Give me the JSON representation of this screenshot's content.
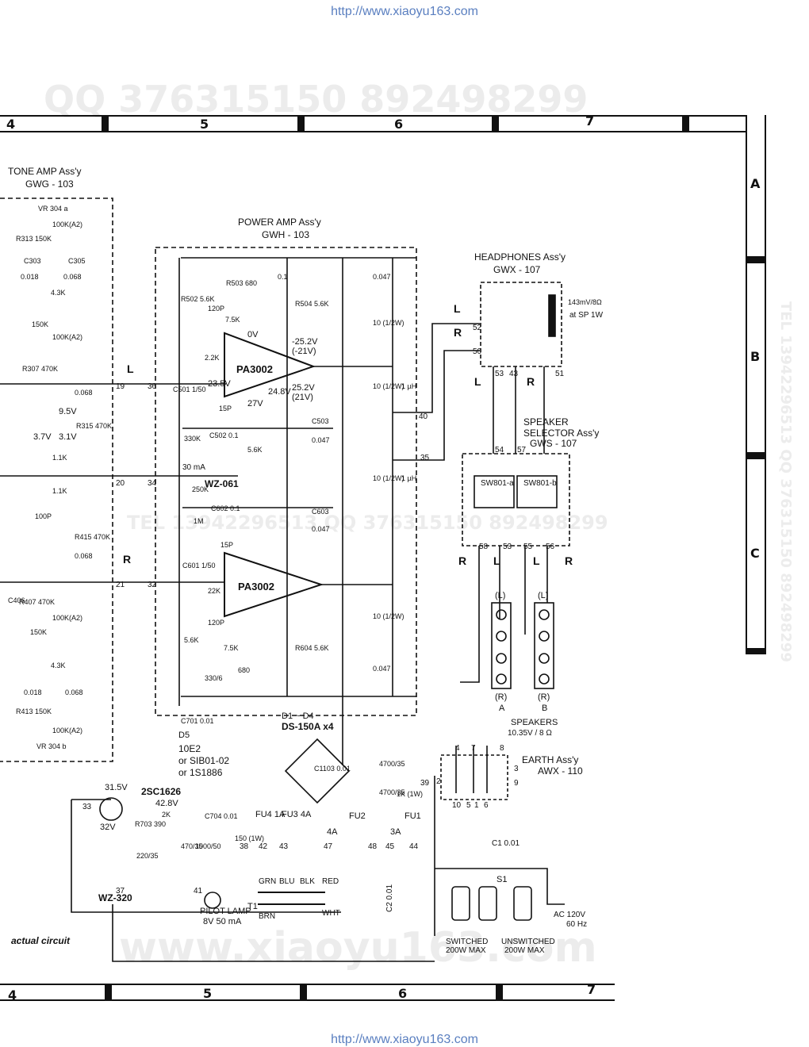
{
  "source_url": "http://www.xiaoyu163.com",
  "watermarks": {
    "top": "QQ 376315150  892498299",
    "bottom": "www.xiaoyu163.com",
    "mid": "TEL 13942296513  QQ 376315150  892498299",
    "side": "TEL 13942296513  QQ 376315150  892498299"
  },
  "zones": [
    "4",
    "5",
    "6",
    "7"
  ],
  "rows": [
    "A",
    "B",
    "C"
  ],
  "assemblies": {
    "tone_amp": {
      "name": "TONE AMP Ass'y",
      "code": "GWG - 103"
    },
    "power_amp": {
      "name": "POWER AMP Ass'y",
      "code": "GWH - 103"
    },
    "headphones": {
      "name": "HEADPHONES Ass'y",
      "code": "GWX - 107"
    },
    "speaker_selector": {
      "name": "SPEAKER",
      "name2": "SELECTOR Ass'y",
      "code": "GWS - 107"
    },
    "earth": {
      "name": "EARTH Ass'y",
      "code": "AWX - 110"
    }
  },
  "ics": {
    "q7": "PA3002",
    "q8": "PA3002",
    "d7": "WZ-061",
    "d8": "WZ-320"
  },
  "diodes": {
    "title": "D1 ~ D4",
    "part": "DS-150A x4"
  },
  "d5": {
    "label": "D5",
    "opt1": "10E2",
    "opt2": "or SIB01-02",
    "opt3": "or 1S1886"
  },
  "transistor": "2SC1626",
  "voltages": {
    "neg": "-25.2V",
    "neg_alt": "(-21V)",
    "pos": "25.2V",
    "pos_alt": "(21V)",
    "ov": "0V",
    "v23": "23.5V",
    "v248": "24.8V",
    "v27": "27V",
    "v315": "31.5V",
    "v428": "42.8V",
    "v32": "32V",
    "v95": "9.5V",
    "v37": "3.7V",
    "v31": "3.1V"
  },
  "fuses": {
    "fu1": "FU1",
    "fu1_val": "3A",
    "fu2": "FU2",
    "fu2_val": "4A",
    "fu3": "FU3 4A",
    "fu4": "FU4 1A"
  },
  "pilot_lamp": {
    "label": "PILOT LAMP",
    "rating": "8V 50 mA"
  },
  "transformer": {
    "name": "T1",
    "wires": [
      "GRN",
      "BLU",
      "BLK",
      "RED",
      "BRN",
      "WHT"
    ]
  },
  "speakers": {
    "label": "SPEAKERS",
    "rating": "10.35V / 8 Ω",
    "left": "(L)",
    "right": "(R)",
    "a": "A",
    "b": "B"
  },
  "headphone_rating": {
    "value": "143mV/8Ω",
    "note": "at SP 1W"
  },
  "outlets": {
    "switched": "SWITCHED",
    "switched_max": "200W MAX",
    "unswitched": "UNSWITCHED",
    "unswitched_max": "200W MAX"
  },
  "ac": {
    "line1": "AC 120V",
    "line2": "60 Hz"
  },
  "switch": {
    "s1": "S1",
    "cap": "C1 0.01",
    "cap2": "C2 0.01"
  },
  "sw801": {
    "a": "SW801-a",
    "b": "SW801-b"
  },
  "channel_labels": {
    "l": "L",
    "r": "R"
  },
  "caption": "actual circuit",
  "components": {
    "vr304a": "VR 304 a",
    "vr304a_val": "100K(A2)",
    "r313": "R313 150K",
    "c303": "C303",
    "c305": "C305",
    "c303_val": "0.018",
    "c305_val": "0.068",
    "r314": "4.3K",
    "r311": "150K",
    "vr303a_val": "100K(A2)",
    "r307": "R307 470K",
    "c307": "0.068",
    "r315": "R315 470K",
    "r305": "1.1K",
    "r405": "1.1K",
    "r415": "R415 470K",
    "c407": "0.068",
    "c407b": "100P",
    "r407": "R407 470K",
    "c406": "C406",
    "vr303b_val": "100K(A2)",
    "r411": "150K",
    "r414": "4.3K",
    "c403": "0.018",
    "c405": "0.068",
    "r413": "R413 150K",
    "vr304b_val": "100K(A2)",
    "vr304b": "VR 304 b",
    "r503": "R503 680",
    "r502": "R502 5.6K",
    "r508": "7.5K",
    "c507": "120P",
    "r501": "2.2K",
    "c501": "C501 1/50",
    "c505": "15P",
    "r509": "330K",
    "c502": "C502 0.1",
    "r506": "5.6K",
    "r504": "R504 5.6K",
    "c506": "0.1",
    "c511": "0.047",
    "r505": "10 (1/2W)",
    "r507": "10 (1/2W)",
    "l501": "1 µH",
    "c503": "C503",
    "c503_val": "0.047",
    "c603": "C603",
    "c603_val": "0.047",
    "ma30": "30 mA",
    "r609": "250K",
    "c602": "C602 0.1",
    "r610": "1M",
    "c605": "15P",
    "c601": "C601 1/50",
    "r601": "22K",
    "c608": "120P",
    "r602": "5.6K",
    "r608": "7.5K",
    "r604": "R604 5.6K",
    "c604": "330/6",
    "r603": "680",
    "r605": "10 (1/2W)",
    "c611": "0.047",
    "r606": "10 (1/2W)",
    "l601": "1 µH",
    "c701": "C701 0.01",
    "c704": "C704 0.01",
    "r703": "R703 390",
    "r702": "2K",
    "c702": "220/35",
    "c705": "470/35",
    "c703": "1000/50",
    "r701": "150 (1W)",
    "c1103": "C1103 0.01",
    "c1101": "4700/35",
    "c1102": "4700/35",
    "r1104": "1K (1W)"
  },
  "terminals": [
    "19",
    "36",
    "20",
    "34",
    "21",
    "32",
    "35",
    "40",
    "33",
    "37",
    "38",
    "41",
    "42",
    "43",
    "47",
    "48",
    "45",
    "44",
    "39",
    "52",
    "50",
    "53",
    "43",
    "51",
    "54",
    "57",
    "58",
    "53",
    "55",
    "56",
    "2",
    "4",
    "7",
    "3",
    "8",
    "9",
    "10",
    "1",
    "5",
    "6"
  ]
}
